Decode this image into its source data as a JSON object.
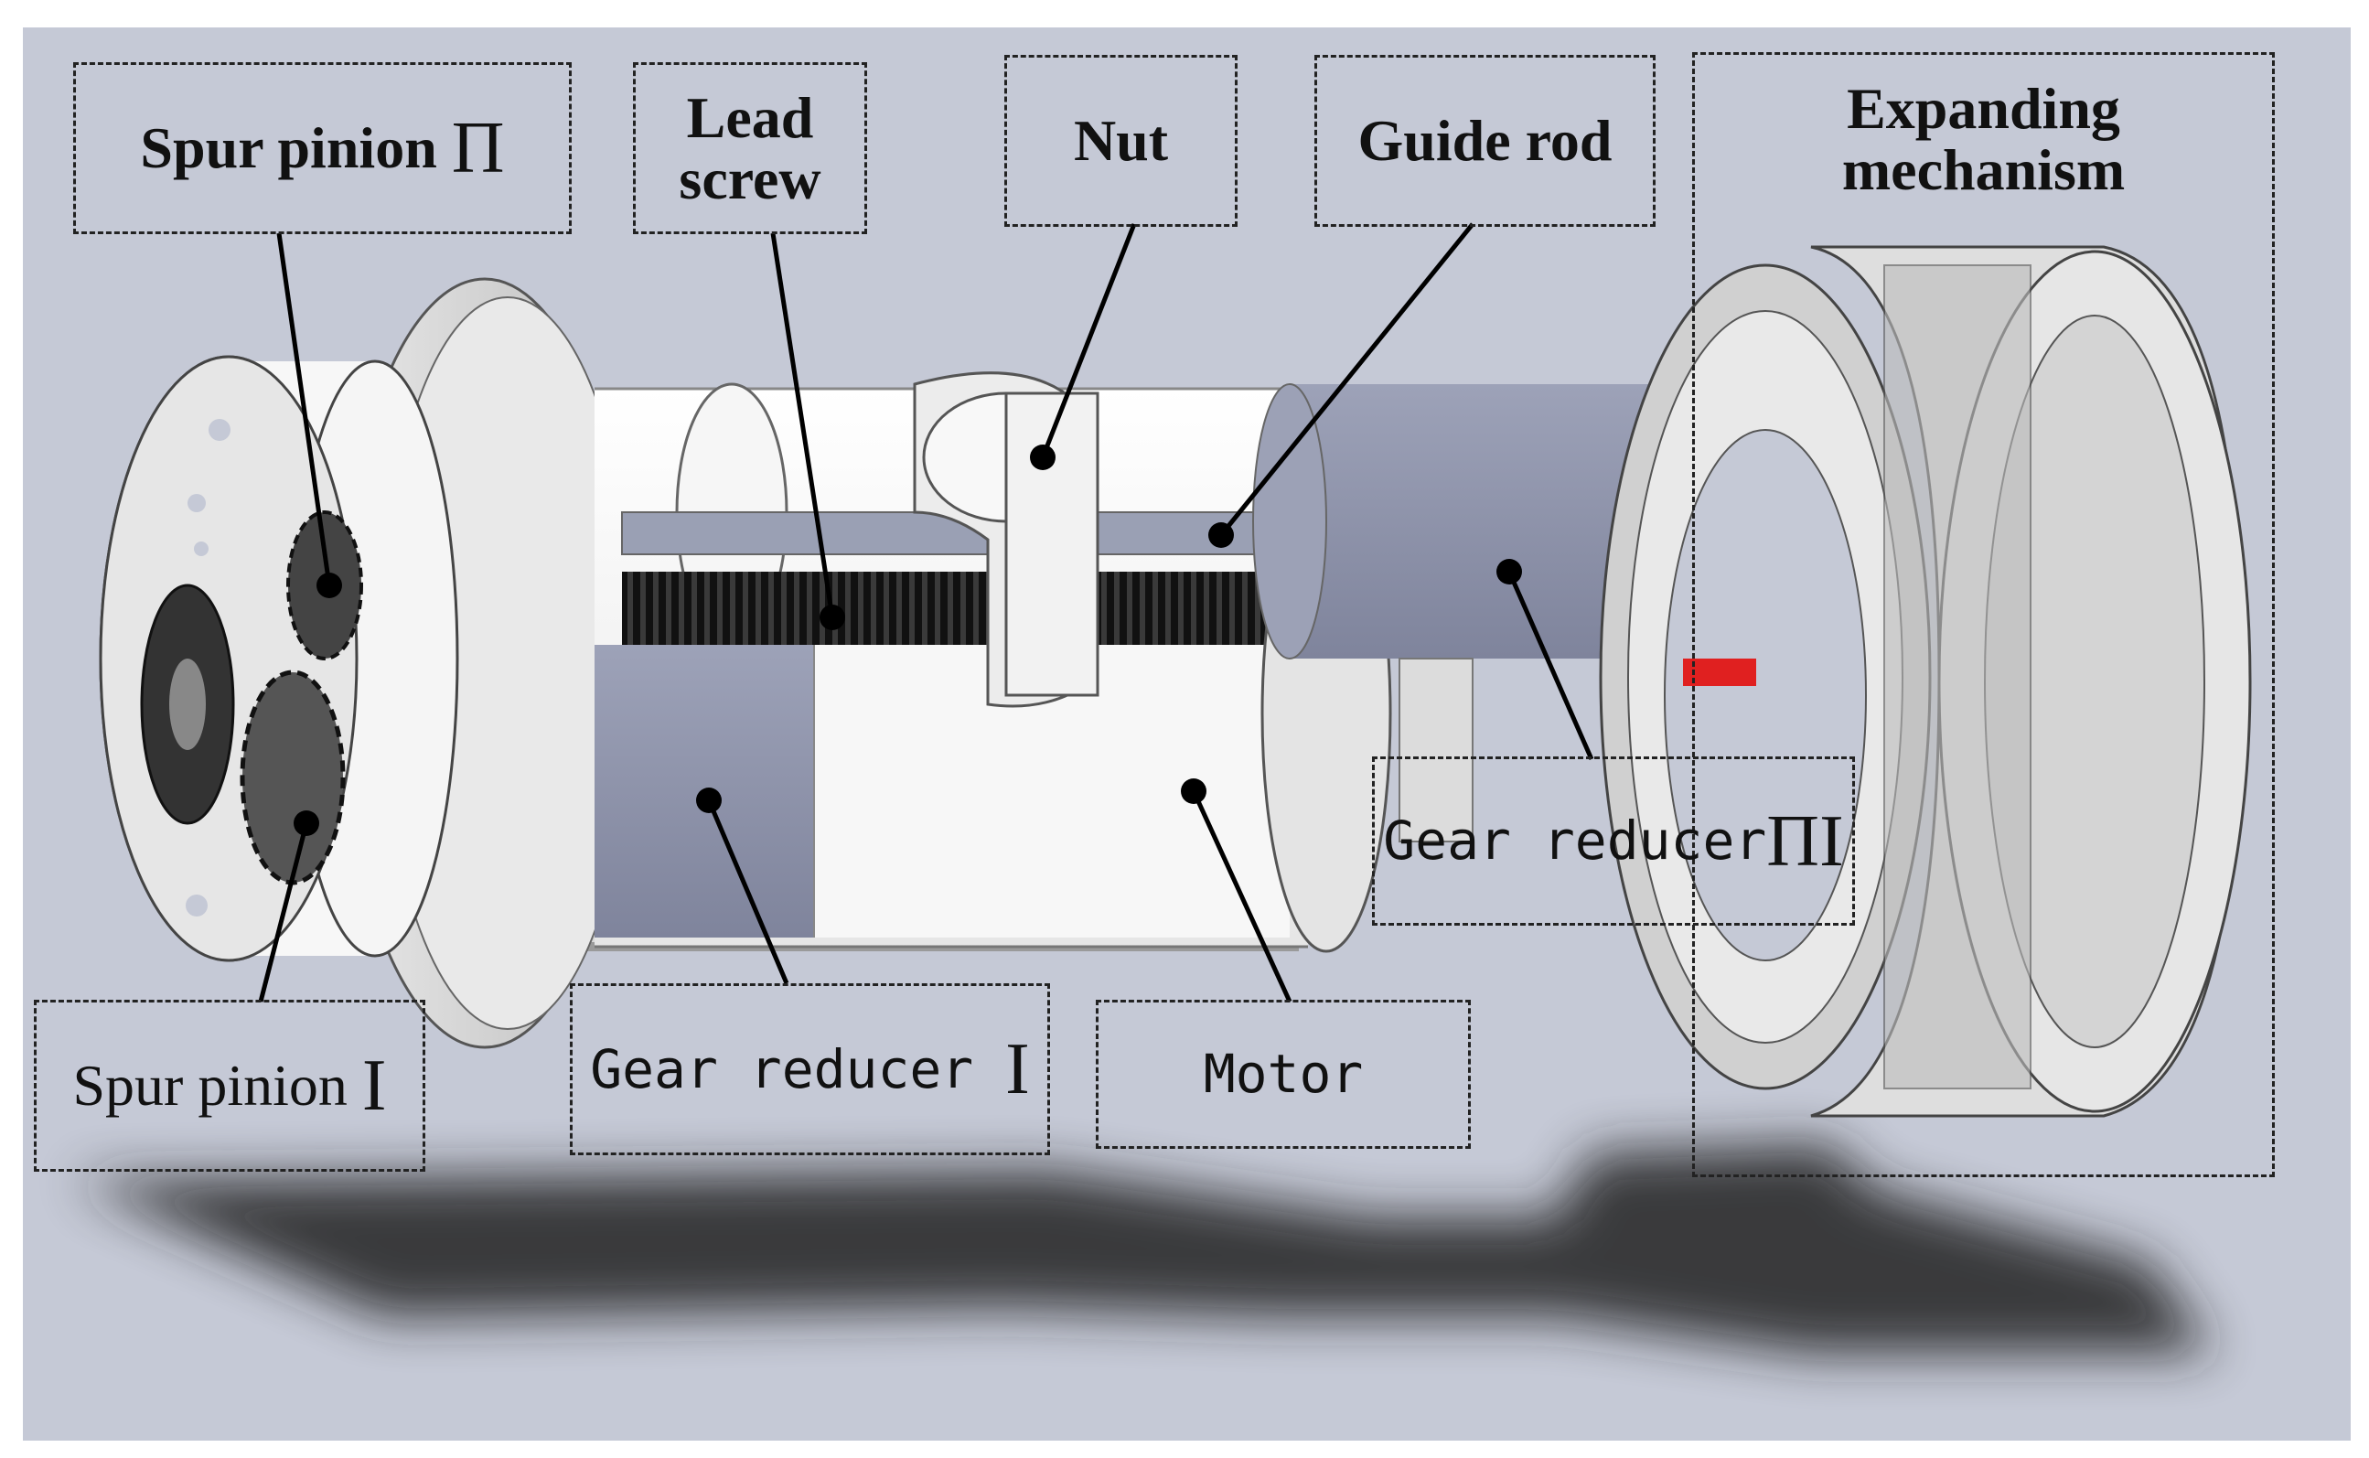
{
  "figure": {
    "labels": {
      "spur_pinion_2": {
        "text": "Spur pinion",
        "numeral": "Π"
      },
      "lead_screw": {
        "line1": "Lead",
        "line2": "screw"
      },
      "nut": {
        "text": "Nut"
      },
      "guide_rod": {
        "text": "Guide rod"
      },
      "expanding_mechanism": {
        "line1": "Expanding",
        "line2": "mechanism"
      },
      "spur_pinion_1": {
        "text": "Spur pinion",
        "numeral": "I"
      },
      "gear_reducer_1": {
        "text": "Gear reducer",
        "numeral": "I"
      },
      "motor": {
        "text": "Motor"
      },
      "gear_reducer_2": {
        "text": "Gear reducer",
        "numeral": "ΠI"
      }
    },
    "colors": {
      "background": "#c5c9d6",
      "white_part": "#f4f4f4",
      "grey_part": "#d2d2d2",
      "blue_grey_part": "#8e93aa",
      "black_screw": "#1a1a1a",
      "red_detail": "#e02020",
      "shadow": "#202020"
    }
  }
}
